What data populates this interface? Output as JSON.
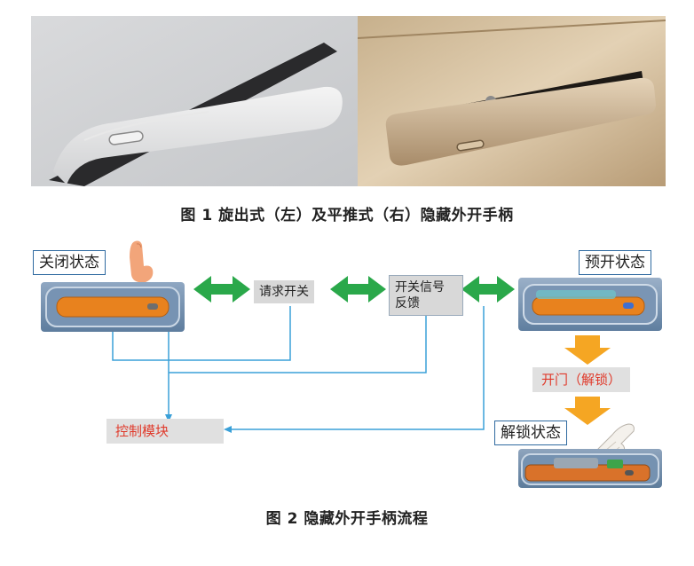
{
  "figure1": {
    "caption": "图 1  旋出式（左）及平推式（右）隐藏外开手柄"
  },
  "figure2": {
    "caption": "图 2  隐藏外开手柄流程",
    "states": {
      "closed": "关闭状态",
      "pre_open": "预开状态",
      "unlocked": "解锁状态"
    },
    "boxes": {
      "request_switch": "请求开关",
      "switch_signal_line1": "开关信号",
      "switch_signal_line2": "反馈",
      "open_door": "开门（解锁）",
      "control_module": "控制模块"
    },
    "colors": {
      "arrow_green": "#2aa84a",
      "arrow_orange": "#f5a623",
      "line_blue": "#3aa0d8",
      "handle_orange": "#e8821e",
      "label_red": "#e03a2b"
    }
  }
}
